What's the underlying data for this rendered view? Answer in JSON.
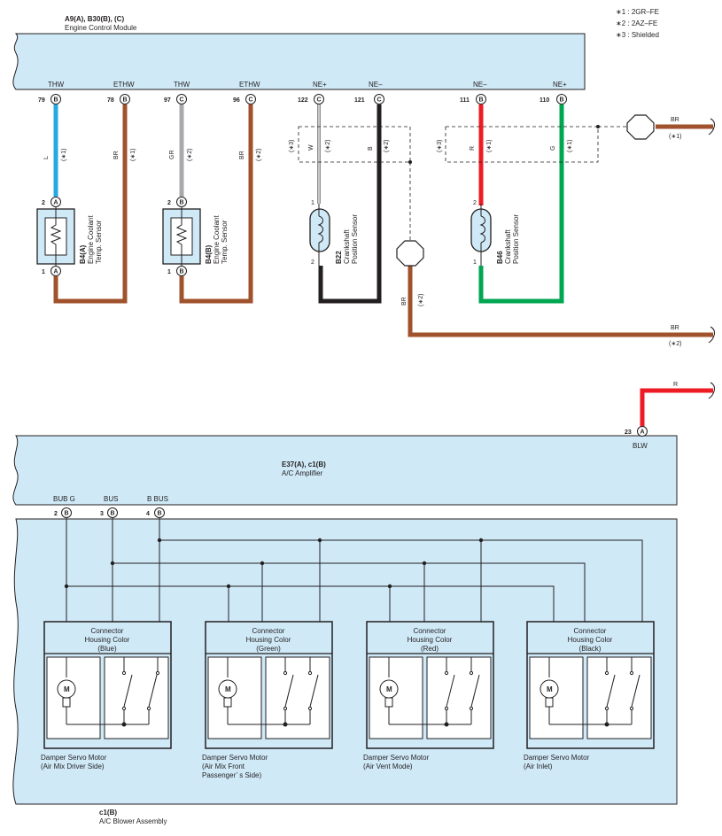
{
  "notes": [
    "∗1 : 2GR–FE",
    "∗2 : 2AZ–FE",
    "∗3 : Shielded"
  ],
  "ecm": {
    "code": "A9(A), B30(B), (C)",
    "name": "Engine Control Module",
    "terminals": [
      {
        "name": "THW",
        "pin": "79",
        "conn": "B"
      },
      {
        "name": "ETHW",
        "pin": "78",
        "conn": "B"
      },
      {
        "name": "THW",
        "pin": "97",
        "conn": "C"
      },
      {
        "name": "ETHW",
        "pin": "96",
        "conn": "C"
      },
      {
        "name": "NE+",
        "pin": "122",
        "conn": "C"
      },
      {
        "name": "NE–",
        "pin": "121",
        "conn": "C"
      },
      {
        "name": "NE–",
        "pin": "111",
        "conn": "B"
      },
      {
        "name": "NE+",
        "pin": "110",
        "conn": "B"
      }
    ]
  },
  "wires": {
    "w1": {
      "color": "L",
      "note": "(∗1)"
    },
    "w2": {
      "color": "BR",
      "note": "(∗1)"
    },
    "w3": {
      "color": "GR",
      "note": "(∗2)"
    },
    "w4": {
      "color": "BR",
      "note": "(∗2)"
    },
    "w5": {
      "color": "W",
      "note": "(∗2)"
    },
    "w6": {
      "color": "B",
      "note": "(∗2)"
    },
    "w7": {
      "color": "R",
      "note": "(∗1)"
    },
    "w8": {
      "color": "G",
      "note": "(∗1)"
    },
    "shield_left": "(∗3)",
    "shield_right": "(∗3)",
    "ground_top": {
      "color": "BR",
      "note": "(∗1)"
    },
    "ground_vert": {
      "color": "BR",
      "note": "(∗2)"
    },
    "ground_bottom": {
      "color": "BR",
      "note": "(∗2)"
    },
    "blw": {
      "color": "R"
    }
  },
  "sensors": {
    "s1": {
      "code": "B4(A)",
      "line1": "Engine Coolant",
      "line2": "Temp. Sensor",
      "conn": "A",
      "pin_top": "2",
      "pin_bottom": "1"
    },
    "s2": {
      "code": "B4(B)",
      "line1": "Engine Coolant",
      "line2": "Temp. Sensor",
      "conn": "B",
      "pin_top": "2",
      "pin_bottom": "1"
    },
    "s3": {
      "code": "B22",
      "line1": "Crankshaft",
      "line2": "Position Sensor",
      "pin_top": "1",
      "pin_bottom": "2"
    },
    "s4": {
      "code": "B46",
      "line1": "Crankshaft",
      "line2": "Position Sensor",
      "pin_top": "2",
      "pin_bottom": "1"
    }
  },
  "amp": {
    "code": "E37(A), c1(B)",
    "name": "A/C Amplifier",
    "blw": {
      "name": "BLW",
      "pin": "23",
      "conn": "A"
    },
    "terminals": [
      {
        "name": "BUB G",
        "pin": "2",
        "conn": "B"
      },
      {
        "name": "BUS",
        "pin": "3",
        "conn": "B"
      },
      {
        "name": "B BUS",
        "pin": "4",
        "conn": "B"
      }
    ]
  },
  "motors": [
    {
      "housing": [
        "Connector",
        "Housing Color",
        "(Blue)"
      ],
      "label": [
        "Damper Servo Motor",
        "(Air Mix Driver Side)"
      ]
    },
    {
      "housing": [
        "Connector",
        "Housing Color",
        "(Green)"
      ],
      "label": [
        "Damper Servo Motor",
        "(Air Mix Front",
        " Passenger’ s Side)"
      ]
    },
    {
      "housing": [
        "Connector",
        "Housing Color",
        "(Red)"
      ],
      "label": [
        "Damper Servo Motor",
        "(Air Vent Mode)"
      ]
    },
    {
      "housing": [
        "Connector",
        "Housing Color",
        "(Black)"
      ],
      "label": [
        "Damper Servo Motor",
        "(Air Inlet)"
      ]
    }
  ],
  "motor_symbol": "M",
  "blower": {
    "code": "c1(B)",
    "name": "A/C Blower Assembly"
  }
}
